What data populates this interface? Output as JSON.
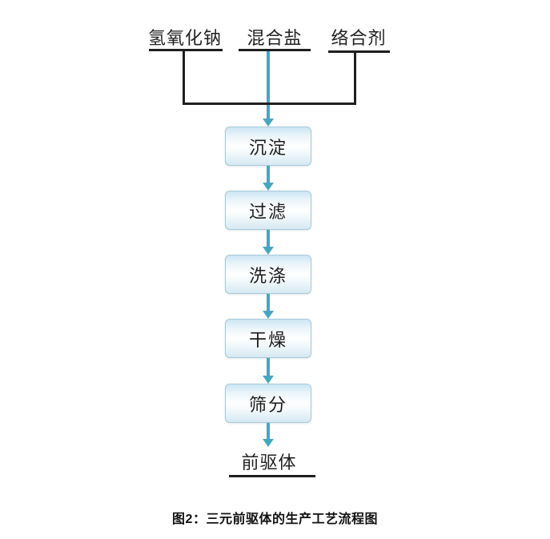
{
  "flow": {
    "inputs": [
      {
        "label": "氢氧化钠"
      },
      {
        "label": "混合盐"
      },
      {
        "label": "络合剂"
      }
    ],
    "steps": [
      {
        "label": "沉淀"
      },
      {
        "label": "过滤"
      },
      {
        "label": "洗涤"
      },
      {
        "label": "干燥"
      },
      {
        "label": "筛分"
      }
    ],
    "output": {
      "label": "前驱体"
    }
  },
  "caption": "图2：三元前驱体的生产工艺流程图",
  "colors": {
    "arrow": "#46a7bf",
    "line": "#1f1f1f",
    "box_border": "#a9c9d7",
    "box_fill_top": "#cbe6f2",
    "box_fill_bottom": "#d5e9f3"
  }
}
